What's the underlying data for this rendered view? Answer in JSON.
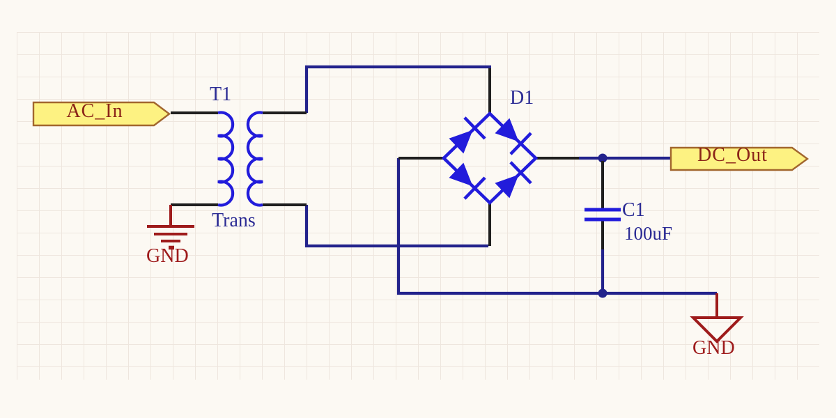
{
  "colors": {
    "background": "#fcf9f3",
    "grid_line": "#eee6de",
    "wire": "#23238c",
    "pin": "#1f1f1f",
    "component": "#221cdb",
    "power": "#9e1b1b",
    "port_fill": "#fdf282",
    "port_border": "#a2662e",
    "port_text": "#8b2418",
    "label": "#2b2b94"
  },
  "ports": [
    {
      "name": "AC_In"
    },
    {
      "name": "DC_Out"
    }
  ],
  "components": [
    {
      "designator": "T1",
      "comment": "Trans",
      "type": "transformer"
    },
    {
      "designator": "D1",
      "type": "bridge-rectifier"
    },
    {
      "designator": "C1",
      "value": "100uF",
      "type": "capacitor"
    }
  ],
  "power_ports": [
    {
      "label": "GND",
      "style": "earth-bars"
    },
    {
      "label": "GND",
      "style": "triangle"
    }
  ]
}
